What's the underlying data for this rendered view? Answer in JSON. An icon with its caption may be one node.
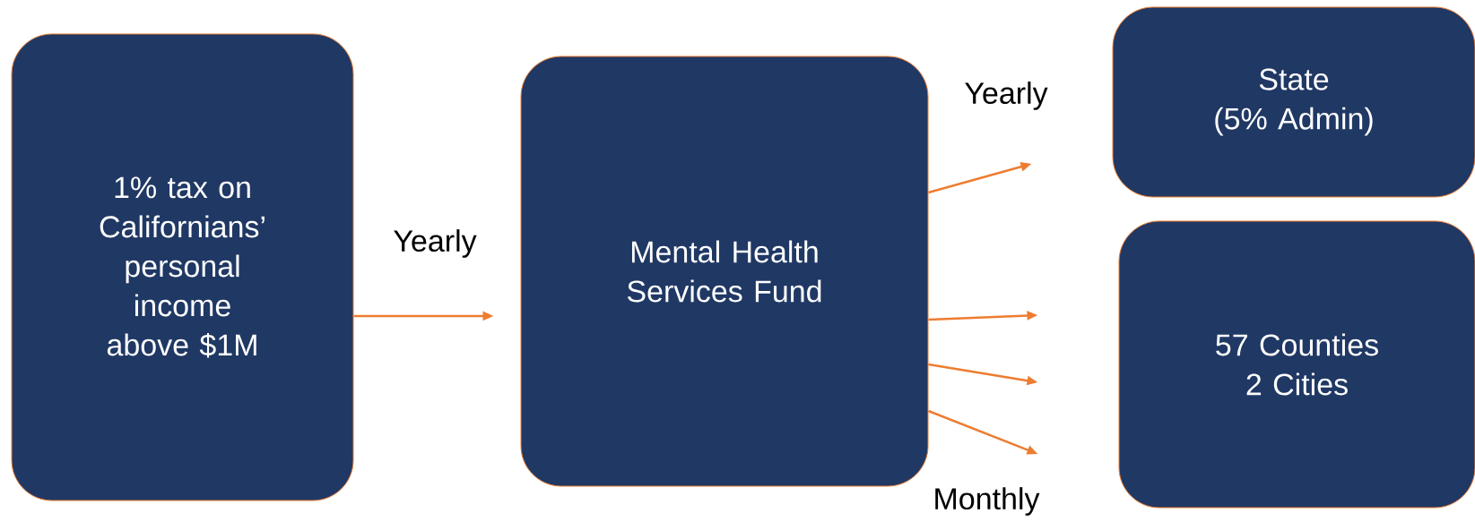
{
  "diagram": {
    "nodes": [
      {
        "text": [
          "1% tax on Californians’ personal income above $1M"
        ]
      },
      {
        "text": [
          "Mental Health Services Fund"
        ]
      },
      {
        "text": [
          "State",
          "(5% Admin)"
        ]
      },
      {
        "text": [
          "57 Counties 2 Cities"
        ]
      }
    ],
    "edges": [
      {
        "from": 0,
        "to": 1,
        "arrow": "to",
        "label": "Yearly"
      },
      {
        "from": 1,
        "to": 2,
        "arrow": "to",
        "label": "Yearly"
      },
      {
        "from": 1,
        "to": 3,
        "arrow": "to"
      },
      {
        "from": 1,
        "to": 3,
        "arrow": "to"
      },
      {
        "from": 1,
        "to": 3,
        "arrow": "to",
        "label": "Monthly"
      }
    ]
  }
}
